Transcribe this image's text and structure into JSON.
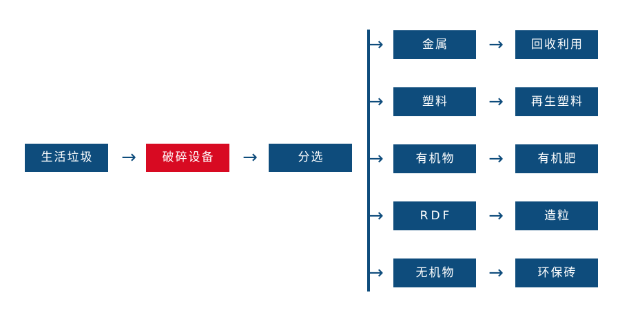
{
  "colors": {
    "primary_blue": "#0e4c7c",
    "highlight_red": "#d80a22",
    "background": "#ffffff",
    "node_text": "#ffffff"
  },
  "icons": {
    "arrow_right": "→"
  },
  "main_chain": {
    "nodes": [
      {
        "label": "生活垃圾",
        "color": "blue"
      },
      {
        "label": "破碎设备",
        "color": "red"
      },
      {
        "label": "分选",
        "color": "blue"
      }
    ],
    "connector_1": "→",
    "connector_2": "→"
  },
  "branches": [
    {
      "tick": "→",
      "category": "金属",
      "arrow": "→",
      "result": "回收利用",
      "latin": false
    },
    {
      "tick": "→",
      "category": "塑料",
      "arrow": "→",
      "result": "再生塑料",
      "latin": false
    },
    {
      "tick": "→",
      "category": "有机物",
      "arrow": "→",
      "result": "有机肥",
      "latin": false
    },
    {
      "tick": "→",
      "category": "RDF",
      "arrow": "→",
      "result": "造粒",
      "latin": true
    },
    {
      "tick": "→",
      "category": "无机物",
      "arrow": "→",
      "result": "环保砖",
      "latin": false
    }
  ]
}
